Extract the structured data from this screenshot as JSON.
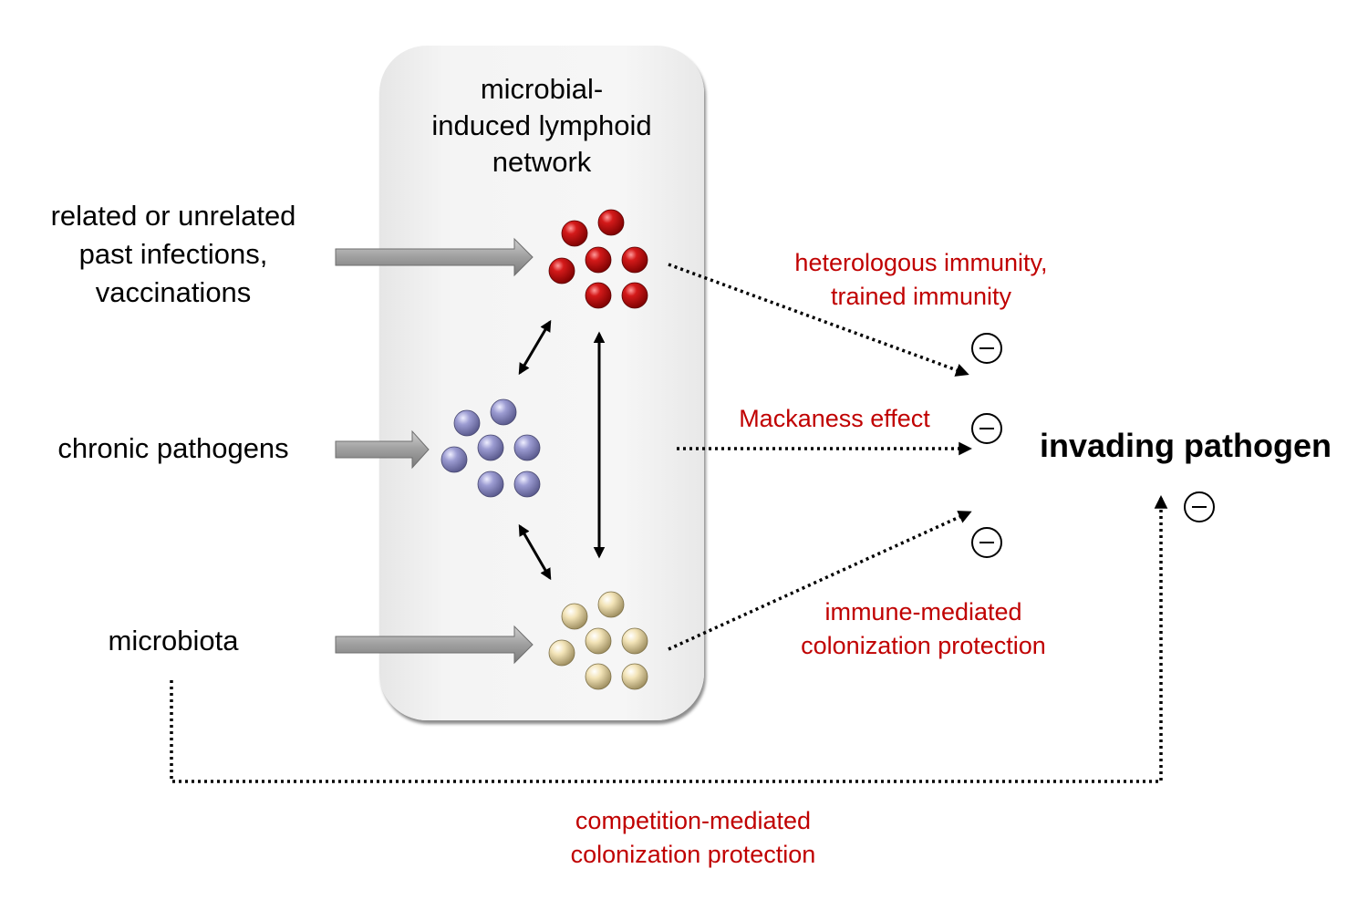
{
  "box": {
    "title": "microbial-\ninduced lymphoid\nnetwork"
  },
  "sources": {
    "past_infections": "related or unrelated\npast infections,\nvaccinations",
    "chronic": "chronic pathogens",
    "microbiota": "microbiota"
  },
  "effects": {
    "heterologous": "heterologous immunity,\ntrained immunity",
    "mackaness": "Mackaness effect",
    "immune_mediated": "immune-mediated\ncolonization protection",
    "competition": "competition-mediated\ncolonization protection"
  },
  "target": "invading pathogen",
  "inhibition_symbol": "minus-circle-icon",
  "colors": {
    "effect_text": "#c00000",
    "cluster_past": "#a80000",
    "cluster_chronic": "#8c8cc4",
    "cluster_microbiota": "#eddcaa",
    "input_arrow": "#9a9a9a",
    "box_fill": "#f2f2f2"
  }
}
